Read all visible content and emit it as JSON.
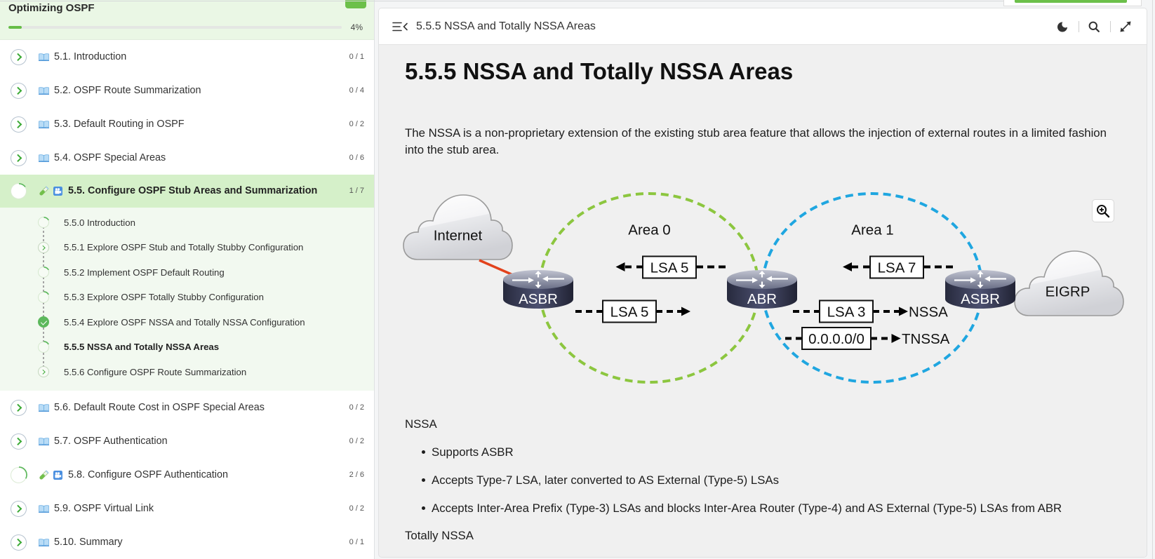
{
  "top_bar": {
    "button_color": "#6cc04a"
  },
  "sidebar": {
    "course_title": "Optimizing OSPF",
    "header_button_color": "#6cc04a",
    "progress": {
      "percent": 4,
      "label": "4%"
    },
    "modules": [
      {
        "label": "5.1. Introduction",
        "count": "0 / 1",
        "status": "not-started",
        "icons": [
          "book-icon"
        ]
      },
      {
        "label": "5.2. OSPF Route Summarization",
        "count": "0 / 4",
        "status": "not-started",
        "icons": [
          "book-icon"
        ]
      },
      {
        "label": "5.3. Default Routing in OSPF",
        "count": "0 / 2",
        "status": "not-started",
        "icons": [
          "book-icon"
        ]
      },
      {
        "label": "5.4. OSPF Special Areas",
        "count": "0 / 6",
        "status": "not-started",
        "icons": [
          "book-icon"
        ]
      },
      {
        "label": "5.5. Configure OSPF Stub Areas and Summarization",
        "count": "1 / 7",
        "status": "in-progress",
        "progress": 0.15,
        "icons": [
          "lab-flask-icon",
          "video-icon"
        ],
        "active": true,
        "expanded": true,
        "pages": [
          {
            "label": "5.5.0 Introduction",
            "status": "in-progress"
          },
          {
            "label": "5.5.1 Explore OSPF Stub and Totally Stubby Configuration",
            "status": "not-started"
          },
          {
            "label": "5.5.2 Implement OSPF Default Routing",
            "status": "in-progress"
          },
          {
            "label": "5.5.3 Explore OSPF Totally Stubby Configuration",
            "status": "in-progress"
          },
          {
            "label": "5.5.4 Explore OSPF NSSA and Totally NSSA Configuration",
            "status": "completed"
          },
          {
            "label": "5.5.5 NSSA and Totally NSSA Areas",
            "status": "in-progress",
            "current": true
          },
          {
            "label": "5.5.6 Configure OSPF Route Summarization",
            "status": "not-started"
          }
        ]
      },
      {
        "label": "5.6. Default Route Cost in OSPF Special Areas",
        "count": "0 / 2",
        "status": "not-started",
        "icons": [
          "book-icon"
        ]
      },
      {
        "label": "5.7. OSPF Authentication",
        "count": "0 / 2",
        "status": "not-started",
        "icons": [
          "book-icon"
        ]
      },
      {
        "label": "5.8. Configure OSPF Authentication",
        "count": "2 / 6",
        "status": "in-progress",
        "progress": 0.33,
        "icons": [
          "lab-flask-icon",
          "video-icon"
        ]
      },
      {
        "label": "5.9. OSPF Virtual Link",
        "count": "0 / 2",
        "status": "not-started",
        "icons": [
          "book-icon"
        ]
      },
      {
        "label": "5.10. Summary",
        "count": "0 / 1",
        "status": "not-started",
        "icons": [
          "book-icon"
        ]
      }
    ]
  },
  "content_header": {
    "title": "5.5.5 NSSA and Totally NSSA Areas",
    "buttons": [
      {
        "action": "toggle-sidebar",
        "icon": "menu-collapse-icon"
      },
      {
        "action": "dark-mode",
        "icon": "moon-icon"
      },
      {
        "action": "search",
        "icon": "search-icon"
      },
      {
        "action": "fullscreen",
        "icon": "expand-icon"
      }
    ]
  },
  "article": {
    "heading": "5.5.5 NSSA and Totally NSSA Areas",
    "intro": "The NSSA is a non-proprietary extension of the existing stub area feature that allows the injection of external routes in a limited fashion into the stub area.",
    "diagram": {
      "enlarge_icon": "zoom-in-icon",
      "areas": [
        {
          "label": "Area 0",
          "color": "#8cc63f"
        },
        {
          "label": "Area 1",
          "color": "#1fa6e0"
        }
      ],
      "clouds": [
        {
          "label": "Internet"
        },
        {
          "label": "EIGRP"
        }
      ],
      "routers": [
        {
          "label": "ASBR"
        },
        {
          "label": "ABR"
        },
        {
          "label": "ASBR"
        }
      ],
      "external_link_color": "#e2421c",
      "flows": [
        {
          "label": "LSA 5",
          "direction": "left"
        },
        {
          "label": "LSA 5",
          "direction": "right"
        },
        {
          "label": "LSA 7",
          "direction": "left"
        },
        {
          "label": "LSA 3",
          "direction": "right",
          "target": "NSSA"
        },
        {
          "label": "0.0.0.0/0",
          "direction": "right",
          "target": "TNSSA"
        }
      ]
    },
    "sections": [
      {
        "heading": "NSSA",
        "bullets": [
          "Supports ASBR",
          "Accepts Type-7 LSA, later converted to AS External (Type-5) LSAs",
          "Accepts Inter-Area Prefix (Type-3) LSAs and blocks Inter-Area Router (Type-4) and AS External (Type-5) LSAs from ABR"
        ]
      },
      {
        "heading": "Totally NSSA",
        "bullets": []
      }
    ]
  }
}
